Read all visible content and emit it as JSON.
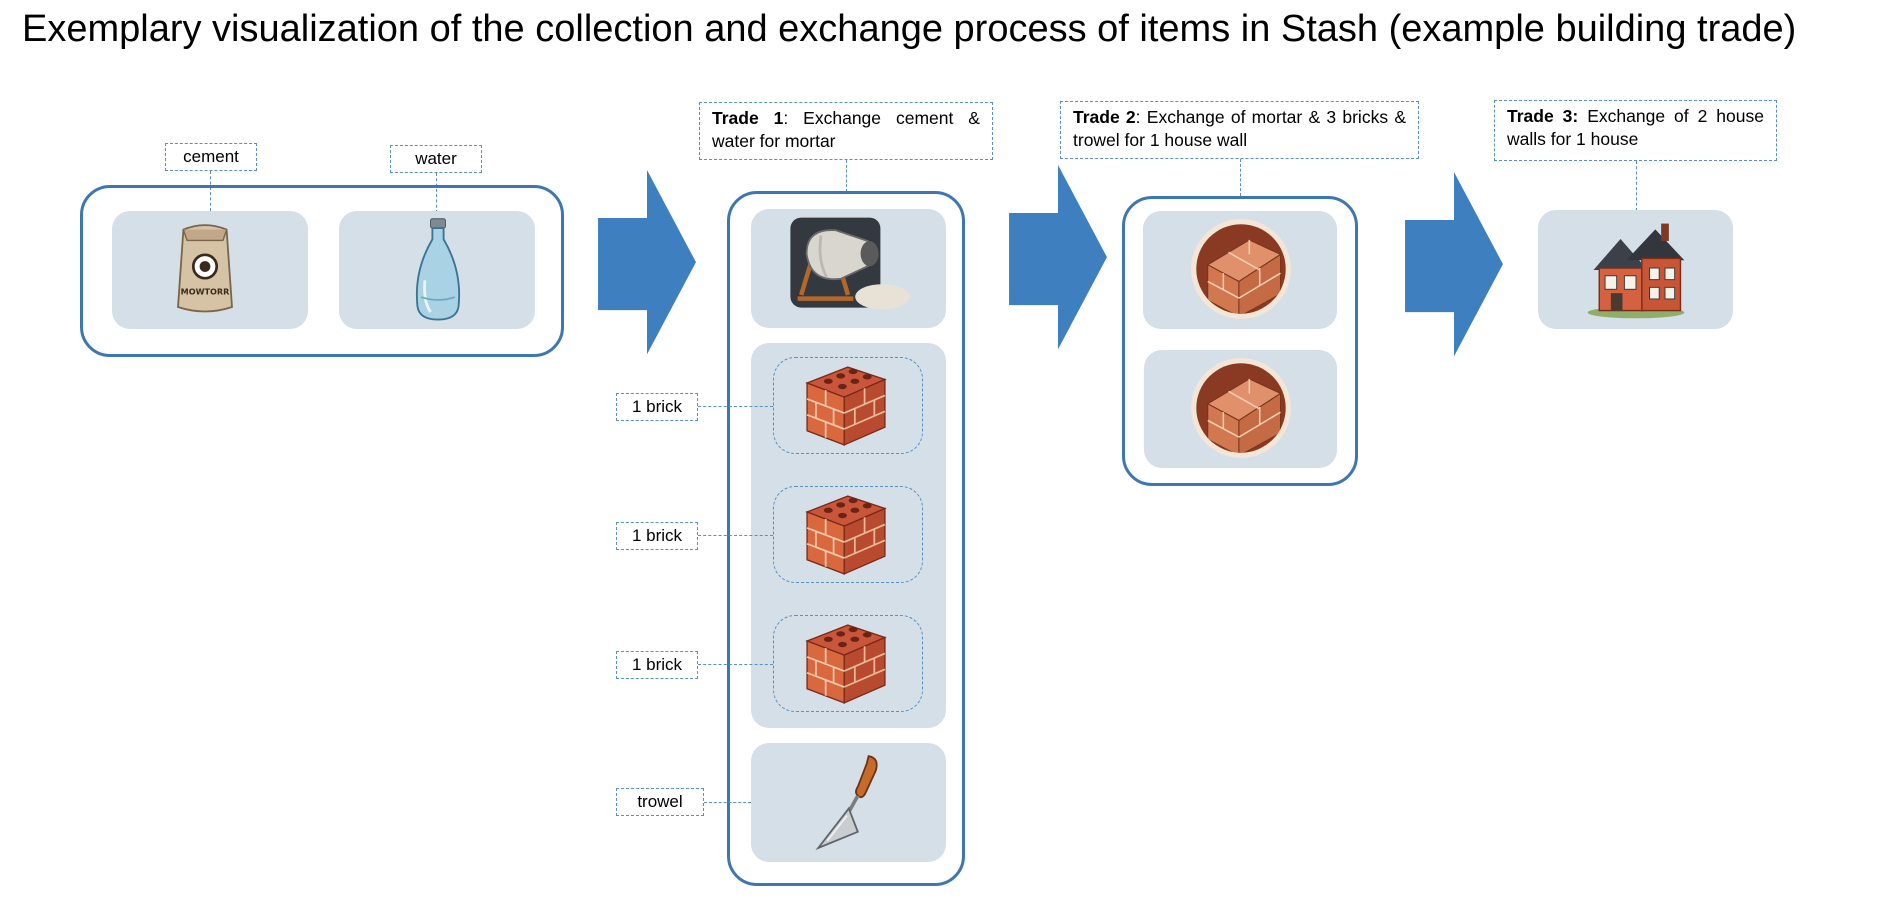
{
  "title": "Exemplary visualization of the collection and exchange process of items in Stash (example building trade)",
  "colors": {
    "accent": "#3d77b2",
    "tile": "#d5dfe8",
    "dashed": "#5a8fc4"
  },
  "inputs": {
    "cement_label": "cement",
    "water_label": "water",
    "cement_icon": "cement-bag-icon",
    "water_icon": "water-bottle-icon"
  },
  "trade1": {
    "bold": "Trade 1",
    "rest": ": Exchange cement & water for mortar"
  },
  "trade2": {
    "bold": "Trade 2",
    "rest": ": Exchange of mortar & 3 bricks & trowel for 1 house wall"
  },
  "trade3": {
    "bold": "Trade 3:",
    "rest": " Exchange of 2 house walls for 1 house"
  },
  "trade1_column": {
    "brick_labels": [
      "1 brick",
      "1 brick",
      "1 brick"
    ],
    "trowel_label": "trowel",
    "icons": [
      "cement-mixer-icon",
      "brick-icon",
      "trowel-icon"
    ]
  },
  "trade2_column": {
    "icons": [
      "house-wall-icon",
      "house-wall-icon"
    ]
  },
  "trade3_column": {
    "icons": [
      "house-icon"
    ]
  }
}
